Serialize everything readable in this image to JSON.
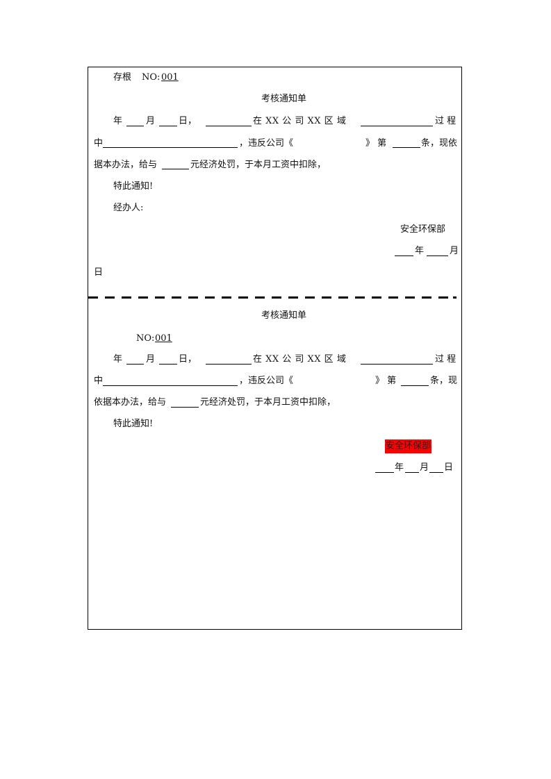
{
  "stub": {
    "label": "存根",
    "no_label": "NO:",
    "no_value": "001",
    "title": "考核通知单",
    "line1": {
      "year": "年",
      "month": "月",
      "day": "日，",
      "at": "在 XX 公 司 XX 区 域",
      "process": "过 程"
    },
    "line2": {
      "mid": "中",
      "violate": "，违反公司《",
      "close": "》 第",
      "article": "条，现依"
    },
    "line3": {
      "basis": "据本办法，给与",
      "penalty": "元经济处罚，于本月工资中扣除，"
    },
    "notice": "特此通知!",
    "handler": "经办人:",
    "department": "安全环保部",
    "date_year": "年",
    "date_month": "月",
    "date_day": "日"
  },
  "notice": {
    "title": "考核通知单",
    "no_label": "NO:",
    "no_value": "001",
    "line1": {
      "year": "年",
      "month": "月",
      "day": "日，",
      "at": "在 XX 公 司 XX 区 域",
      "process": "过 程"
    },
    "line2": {
      "mid": "中",
      "violate": "，违反公司《",
      "close": "》 第",
      "article": "条，现"
    },
    "line3": {
      "basis": "依据本办法，给与",
      "penalty": "元经济处罚，于本月工资中扣除，"
    },
    "notice": "特此通知!",
    "department": "安全环保部",
    "department_highlight": "#ff0000",
    "date_year": "年",
    "date_month": "月",
    "date_day": "日"
  }
}
